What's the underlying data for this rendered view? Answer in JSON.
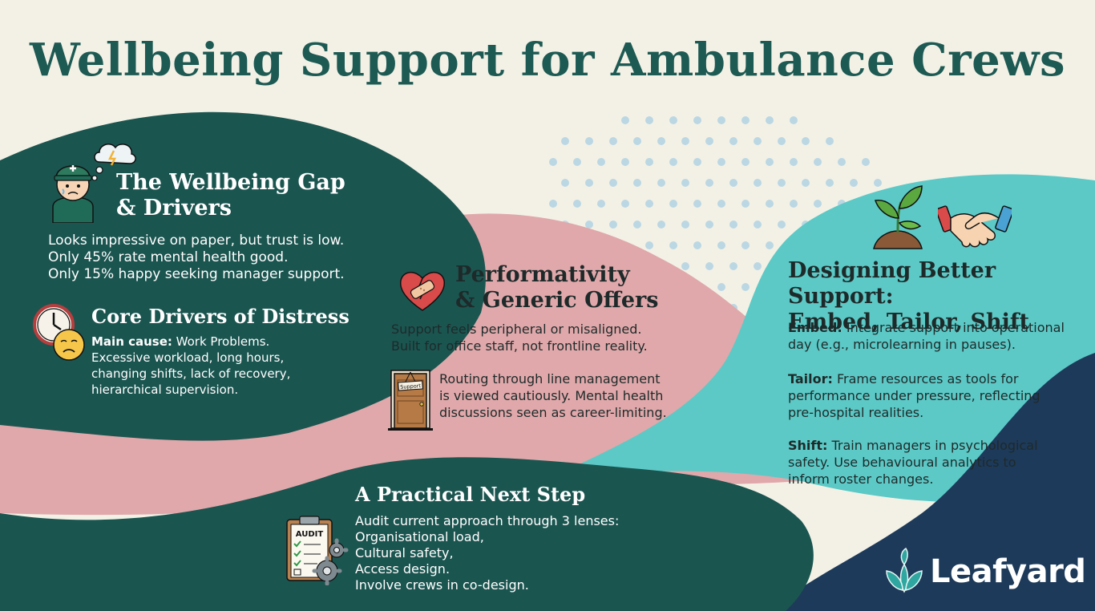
{
  "title": "Wellbeing Support for Ambulance Crews",
  "colors": {
    "dark_teal": "#1b5550",
    "pink": "#e0a8aa",
    "aqua": "#5cc9c6",
    "navy": "#1d3a5a",
    "cream": "#f3f1e6",
    "title": "#1d5a53"
  },
  "gap": {
    "heading_line1": "The Wellbeing Gap",
    "heading_line2": "& Drivers",
    "lines": [
      "Looks impressive on paper, but trust is low.",
      "Only 45% rate mental health good.",
      "Only 15% happy seeking manager support."
    ],
    "icons": [
      "paramedic-icon",
      "storm-cloud-icon"
    ]
  },
  "drivers": {
    "heading": "Core Drivers of Distress",
    "label": "Main cause:",
    "first_line": " Work Problems.",
    "lines": [
      "Excessive workload, long hours,",
      "changing shifts, lack of recovery,",
      "hierarchical supervision."
    ],
    "icons": [
      "clock-icon",
      "worried-face-icon"
    ]
  },
  "perform": {
    "heading_line1": "Performativity",
    "heading_line2": "& Generic Offers",
    "lines": [
      "Support feels peripheral or misaligned.",
      "Built for office staff, not frontline reality."
    ],
    "door_sign": "Support",
    "routing_lines": [
      "Routing through line management",
      "is viewed cautiously. Mental health",
      "discussions seen as career-limiting."
    ],
    "icons": [
      "bandaged-heart-icon",
      "door-icon"
    ]
  },
  "design": {
    "heading_line1": "Designing Better Support:",
    "heading_line2": "Embed, Tailor, Shift",
    "embed_label": "Embed:",
    "embed_first": " Integrate support into operational",
    "embed_rest": [
      "day (e.g., microlearning in pauses)."
    ],
    "tailor_label": "Tailor:",
    "tailor_first": " Frame resources as tools for",
    "tailor_rest": [
      "performance under pressure, reflecting",
      "pre-hospital realities."
    ],
    "shift_label": "Shift:",
    "shift_first": " Train managers in psychological",
    "shift_rest": [
      "safety. Use behavioural analytics to",
      "inform roster changes."
    ],
    "icons": [
      "sprout-icon",
      "handshake-icon"
    ]
  },
  "next": {
    "heading": "A Practical Next Step",
    "lines": [
      "Audit current approach through 3 lenses:",
      "Organisational load,",
      "Cultural safety,",
      "Access design.",
      "Involve crews in co-design."
    ],
    "clipboard_label": "AUDIT",
    "icons": [
      "audit-clipboard-icon",
      "gear-icon"
    ]
  },
  "brand": {
    "name": "Leafyard",
    "icon": "leaf-logo-icon"
  }
}
